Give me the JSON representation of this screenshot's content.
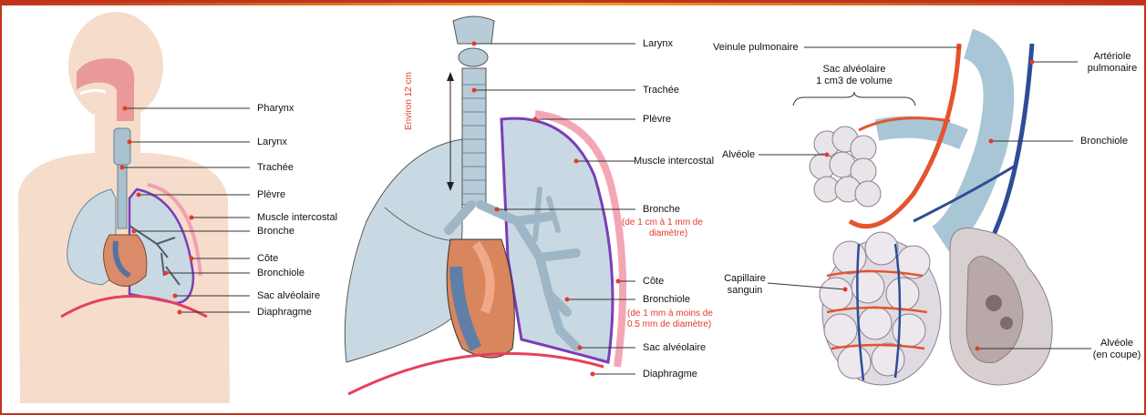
{
  "colors": {
    "frame": "#c0341d",
    "artery_red": "#e4542e",
    "vein_blue": "#2f4d96",
    "pleura_purple": "#7a3fb6",
    "lung_fill": "#c9d9e4",
    "skin": "#f6dccb",
    "note_red": "#e53a2a"
  },
  "panel1": {
    "labels": {
      "pharynx": "Pharynx",
      "larynx": "Larynx",
      "trachee": "Trachée",
      "plevre": "Plèvre",
      "muscle": "Muscle intercostal",
      "bronche": "Bronche",
      "cote": "Côte",
      "bronchiole": "Bronchiole",
      "sac": "Sac alvéolaire",
      "diaphragme": "Diaphragme"
    }
  },
  "panel2": {
    "labels": {
      "larynx": "Larynx",
      "trachee": "Trachée",
      "plevre": "Plèvre",
      "muscle": "Muscle intercostal",
      "bronche": "Bronche",
      "bronche_note": "(de 1 cm à  1 mm de",
      "bronche_note2": "diamètre)",
      "cote": "Côte",
      "bronchiole": "Bronchiole",
      "bronchiole_note": "(de 1 mm à moins de",
      "bronchiole_note2": "0.5 mm de diamètre)",
      "sac": "Sac alvéolaire",
      "diaphragme": "Diaphragme",
      "measure": "Environ 12 cm"
    }
  },
  "panel3": {
    "labels": {
      "veinule": "Veinule pulmonaire",
      "arteriole": "Artériole",
      "arteriole2": "pulmonaire",
      "sac": "Sac alvéolaire",
      "sac2": "1 cm3 de volume",
      "alveole": "Alvéole",
      "bronchiole": "Bronchiole",
      "capillaire": "Capillaire",
      "capillaire2": "sanguin",
      "alveole_coupe": "Alvéole",
      "alveole_coupe2": "(en coupe)"
    }
  }
}
